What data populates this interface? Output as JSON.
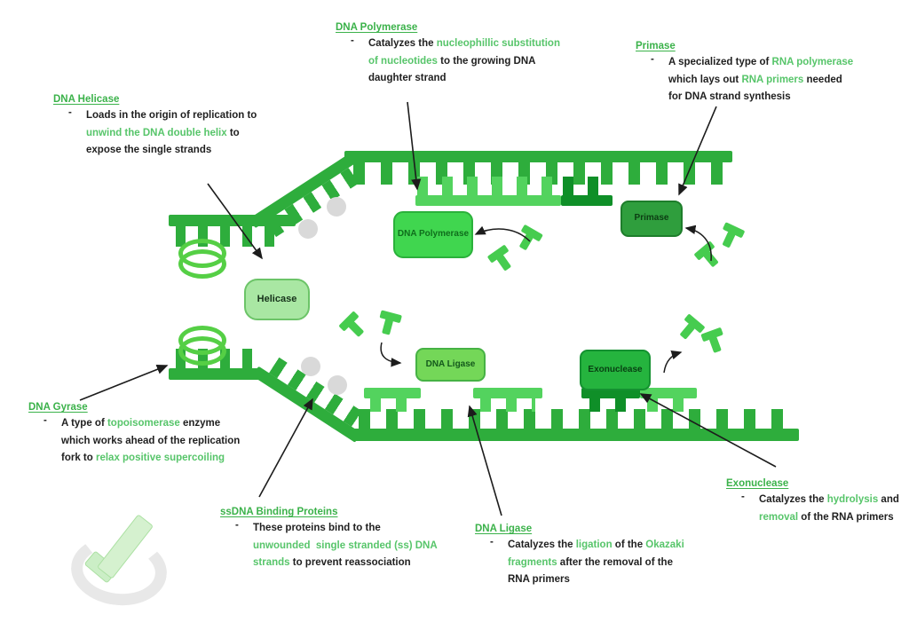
{
  "bullet": "-",
  "colors": {
    "title_green": "#3bb24a",
    "highlight_green": "#57c56a",
    "text_dark": "#1f1f1f",
    "template_strand": "#2ead3c",
    "new_strand": "#53d35e",
    "rna_primer": "#0f8f28",
    "coil_green": "#55cf45",
    "nucleotide_green": "#46cc4f",
    "protein_gray": "#d9d9d9",
    "arrow_black": "#1c1c1c",
    "box_helicase_bg": "#a9e7a3",
    "box_helicase_border": "#6cc468",
    "box_helicase_text": "#16321a",
    "box_polymerase_bg": "#40d64f",
    "box_polymerase_border": "#2bb13b",
    "box_polymerase_text": "#0f6e1c",
    "box_primase_bg": "#2f9e3d",
    "box_primase_border": "#1e7d2b",
    "box_primase_text": "#0c3d13",
    "box_ligase_bg": "#74d758",
    "box_ligase_border": "#46b244",
    "box_ligase_text": "#14591c",
    "box_exonuclease_bg": "#25b43e",
    "box_exonuclease_border": "#149130",
    "box_exonuclease_text": "#083f12"
  },
  "notes": {
    "helicase": {
      "title": "DNA Helicase",
      "lines": [
        [
          "Loads in the origin of replication to"
        ],
        [
          "unwind the DNA double helix",
          " to"
        ],
        [
          "expose the single strands"
        ]
      ]
    },
    "polymerase": {
      "title": "DNA Polymerase",
      "lines": [
        [
          "Catalyzes the ",
          "nucleophillic substitution"
        ],
        [
          "of nucleotides",
          " to the growing DNA"
        ],
        [
          "daughter strand"
        ]
      ]
    },
    "primase": {
      "title": "Primase",
      "lines": [
        [
          "A specialized type of ",
          "RNA polymerase"
        ],
        [
          "which lays out ",
          "RNA primers",
          " needed"
        ],
        [
          "for DNA strand synthesis"
        ]
      ]
    },
    "gyrase": {
      "title": "DNA Gyrase",
      "lines": [
        [
          "A type of ",
          "topoisomerase",
          " enzyme"
        ],
        [
          "which works ahead of the replication"
        ],
        [
          "fork to ",
          "relax positive supercoiling"
        ]
      ]
    },
    "ssdna": {
      "title": "ssDNA Binding Proteins",
      "lines": [
        [
          "These proteins bind to the"
        ],
        [
          "unwounded  single stranded (ss) DNA"
        ],
        [
          "strands",
          " to prevent reassociation"
        ]
      ]
    },
    "ligase": {
      "title": "DNA Ligase",
      "lines": [
        [
          "Catalyzes the ",
          "ligation",
          " of the ",
          "Okazaki"
        ],
        [
          "fragments",
          " after the removal of the"
        ],
        [
          "RNA primers"
        ]
      ]
    },
    "exonuclease": {
      "title": "Exonuclease",
      "lines": [
        [
          "Catalyzes the ",
          "hydrolysis",
          " and"
        ],
        [
          "removal",
          " of the RNA primers"
        ]
      ]
    }
  },
  "enzyme_boxes": {
    "helicase": "Helicase",
    "dna_polymerase": "DNA Polymerase",
    "primase": "Primase",
    "dna_ligase": "DNA Ligase",
    "exonuclease": "Exonuclease"
  }
}
